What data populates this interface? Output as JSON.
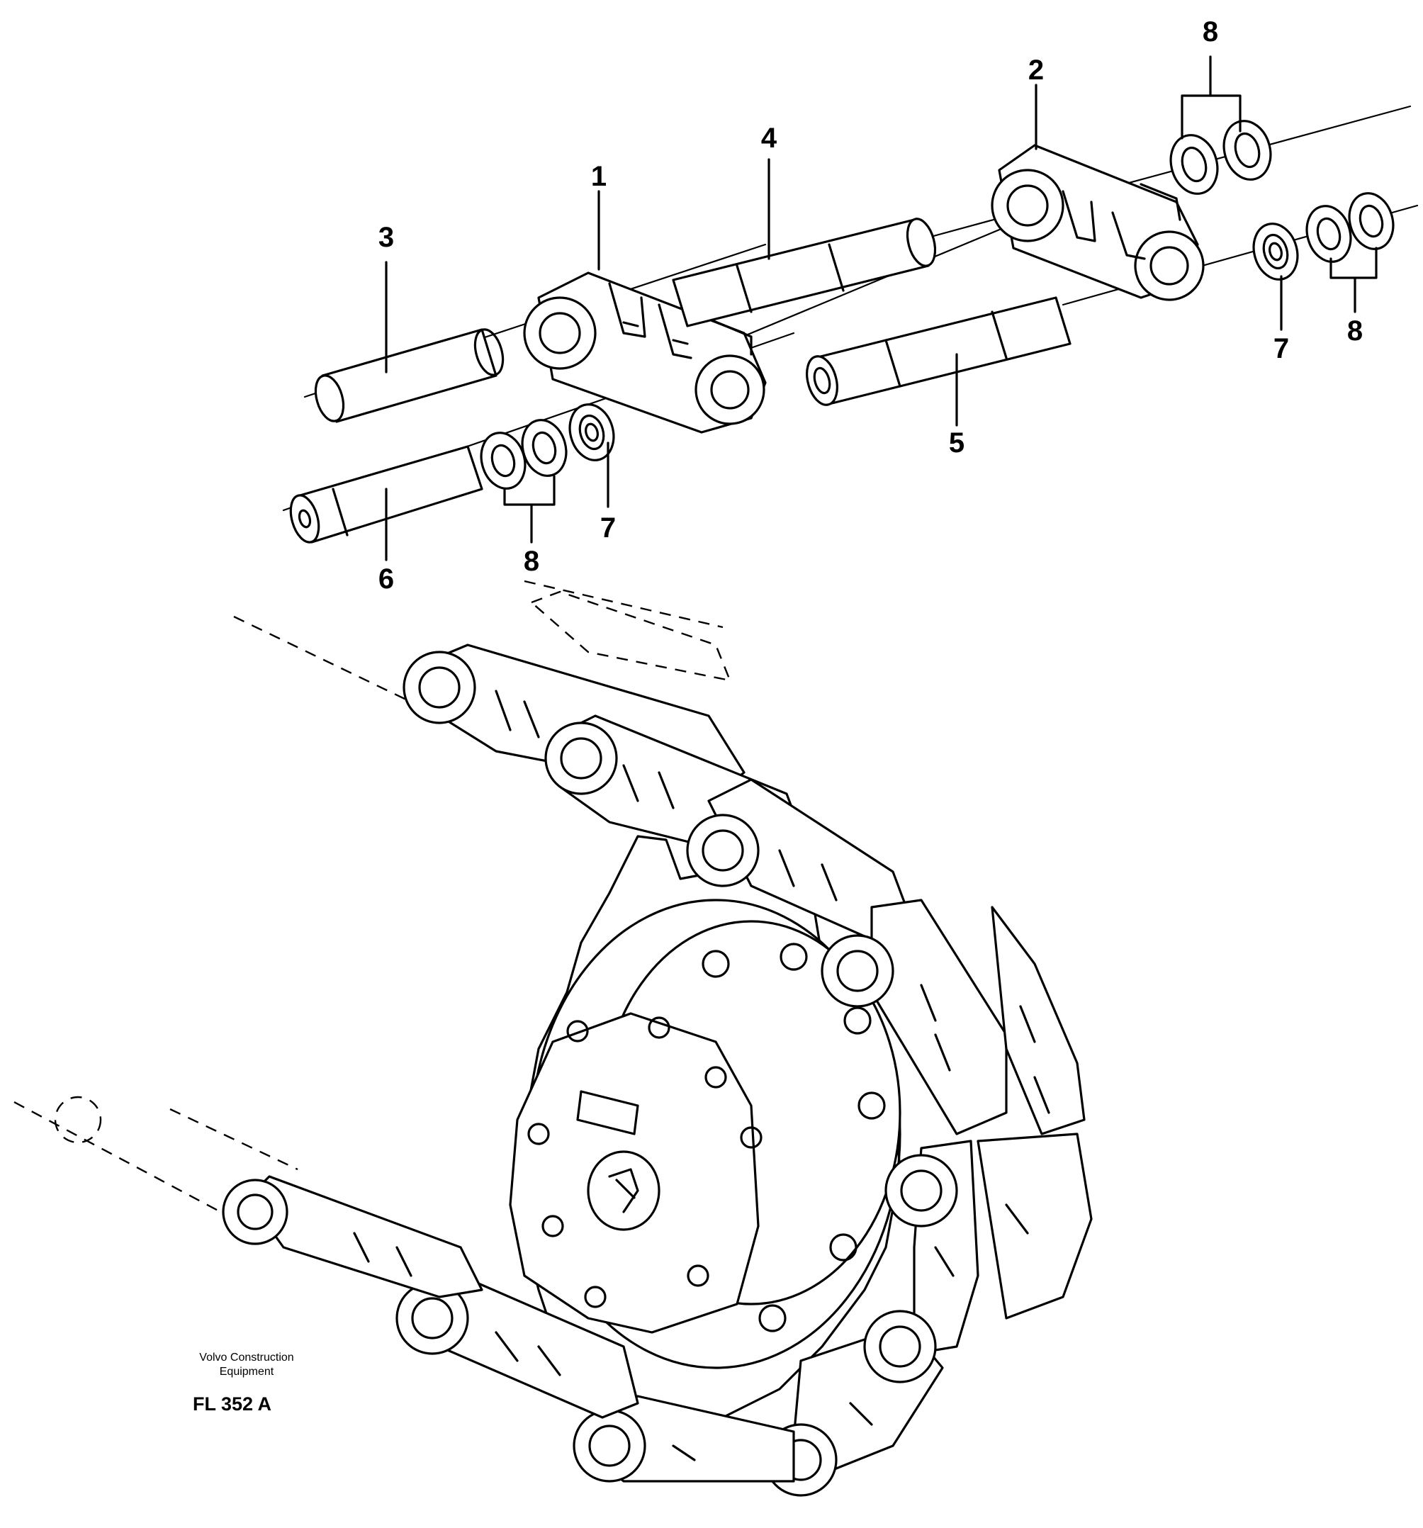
{
  "callouts": [
    {
      "id": "track-link-left",
      "label": "1"
    },
    {
      "id": "track-link-right",
      "label": "2"
    },
    {
      "id": "pin-3",
      "label": "3"
    },
    {
      "id": "bushing-4",
      "label": "4"
    },
    {
      "id": "bushing-5",
      "label": "5"
    },
    {
      "id": "pin-6",
      "label": "6"
    },
    {
      "id": "seal-7-left",
      "label": "7"
    },
    {
      "id": "seal-7-right",
      "label": "7"
    },
    {
      "id": "spacer-8-left",
      "label": "8"
    },
    {
      "id": "spacer-8-top",
      "label": "8"
    },
    {
      "id": "spacer-8-right",
      "label": "8"
    }
  ],
  "brand": {
    "line1": "Volvo Construction",
    "line2": "Equipment"
  },
  "figure_id": "FL 352 A"
}
